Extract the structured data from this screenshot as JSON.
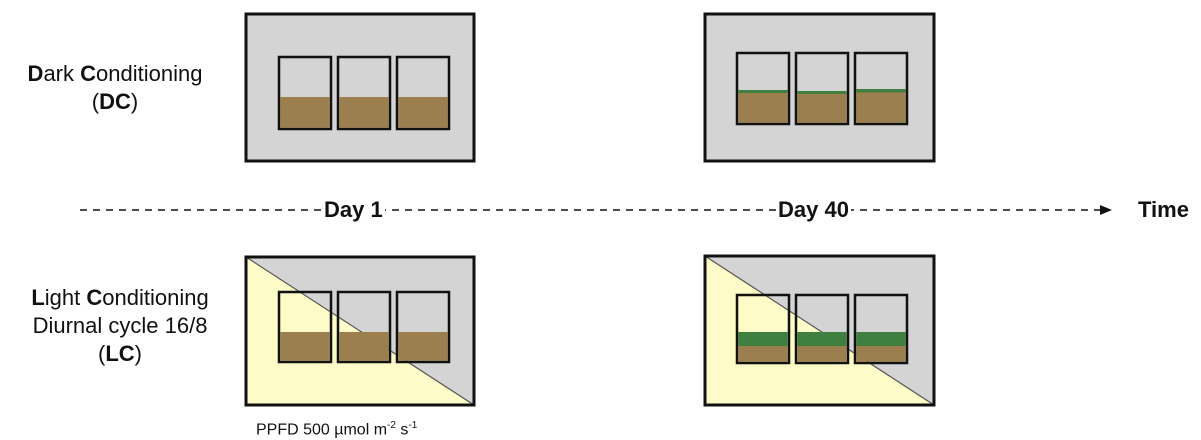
{
  "rows": {
    "dark": {
      "name": "Dark Conditioning",
      "name_initial_1": "D",
      "name_rest_1": "ark ",
      "name_initial_2": "C",
      "name_rest_2": "onditioning",
      "abbr": "DC"
    },
    "light": {
      "name_initial_1": "L",
      "name_rest_1": "ight ",
      "name_initial_2": "C",
      "name_rest_2": "onditioning",
      "cycle": "Diurnal cycle 16/8",
      "abbr": "LC",
      "ppfd_text": "PPFD 500 µmol m",
      "ppfd_exp1": "-2",
      "ppfd_mid": " s",
      "ppfd_exp2": "-1"
    }
  },
  "timeline": {
    "day1": "Day 1",
    "day40": "Day 40",
    "axis_label": "Time"
  },
  "colors": {
    "chamber_gray": "#d4d4d4",
    "light_yellow": "#fdfbc7",
    "soil": "#9c7f4f",
    "algae_green": "#3f8040",
    "outline": "#111111"
  }
}
